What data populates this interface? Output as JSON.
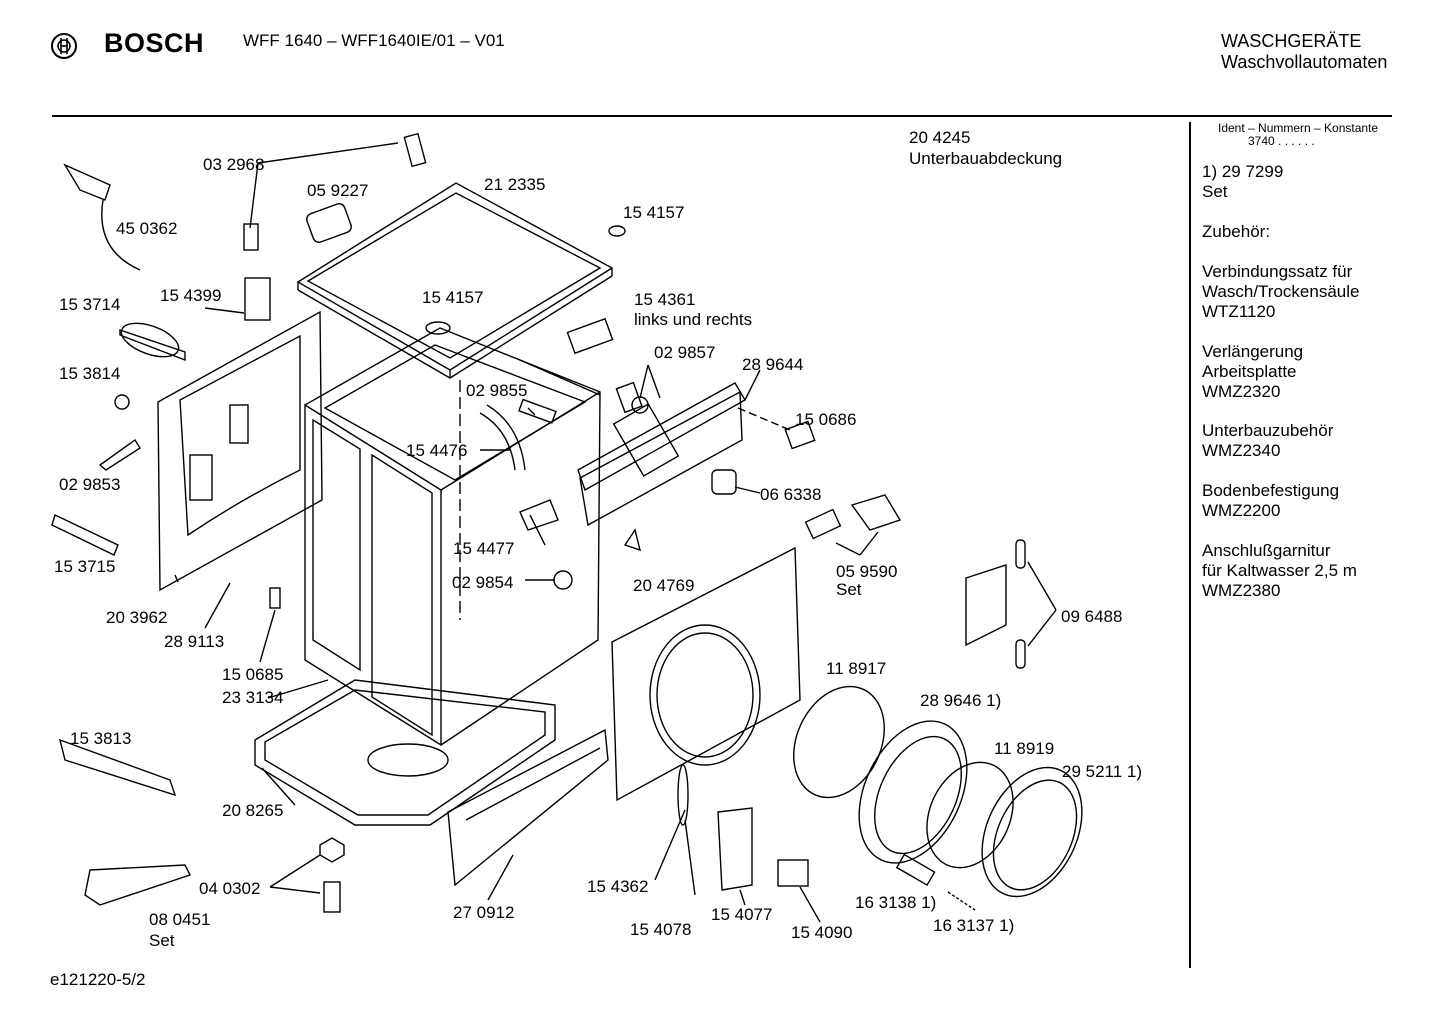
{
  "header": {
    "brand": "BOSCH",
    "model_line": "WFF 1640 – WFF1640IE/01 – V01",
    "category": "WASCHGERÄTE",
    "subcategory": "Waschvollautomaten"
  },
  "sidebar": {
    "ident_title": "Ident – Nummern – Konstante",
    "ident_constant": "3740  . .   . . . .",
    "notes": [
      "1)  29 7299\n      Set",
      "Zubehör:",
      "Verbindungssatz für\nWasch/Trockensäule\nWTZ1120",
      "Verlängerung\nArbeitsplatte\nWMZ2320",
      "Unterbauzubehör\nWMZ2340",
      "Bodenbefestigung\nWMZ2200",
      "Anschlußgarnitur\nfür Kaltwasser 2,5 m\nWMZ2380"
    ]
  },
  "parts": [
    "03 2968",
    "05 9227",
    "21 2335",
    "15 4157",
    "45 0362",
    "15 4399",
    "15 3714",
    "15 4157",
    "15 4361",
    "links und rechts",
    "15 3814",
    "02 9857",
    "02 9855",
    "28 9644",
    "15 4476",
    "15 0686",
    "02 9853",
    "06 6338",
    "15 4477",
    "05 9590",
    "Set",
    "15 3715",
    "02 9854",
    "20 4769",
    "20 3962",
    "28 9113",
    "09 6488",
    "15 0685",
    "23 3134",
    "11 8917",
    "28 9646 1)",
    "15 3813",
    "11 8919",
    "29 5211 1)",
    "20 8265",
    "04 0302",
    "15 4362",
    "08 0451",
    "Set",
    "27 0912",
    "15 4077",
    "15 4078",
    "15 4090",
    "16 3138 1)",
    "16 3137 1)",
    "20 4245",
    "Unterbauabdeckung"
  ],
  "footer": {
    "code": "e121220-5/2"
  }
}
